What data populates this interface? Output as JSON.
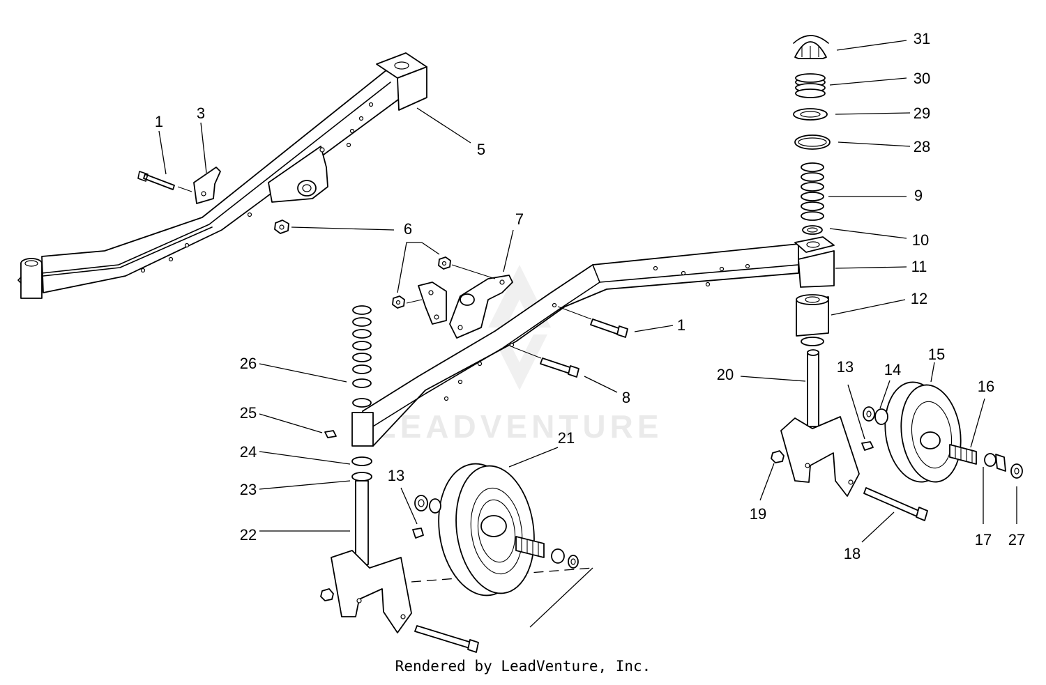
{
  "footer": "Rendered by LeadVenture, Inc.",
  "watermark": "LEADVENTURE",
  "callouts": [
    {
      "id": "c1a",
      "text": "1"
    },
    {
      "id": "c3",
      "text": "3"
    },
    {
      "id": "c5",
      "text": "5"
    },
    {
      "id": "c6",
      "text": "6"
    },
    {
      "id": "c7",
      "text": "7"
    },
    {
      "id": "c1b",
      "text": "1"
    },
    {
      "id": "c8",
      "text": "8"
    },
    {
      "id": "c26",
      "text": "26"
    },
    {
      "id": "c25",
      "text": "25"
    },
    {
      "id": "c24",
      "text": "24"
    },
    {
      "id": "c23",
      "text": "23"
    },
    {
      "id": "c22",
      "text": "22"
    },
    {
      "id": "c13a",
      "text": "13"
    },
    {
      "id": "c21",
      "text": "21"
    },
    {
      "id": "c31",
      "text": "31"
    },
    {
      "id": "c30",
      "text": "30"
    },
    {
      "id": "c29",
      "text": "29"
    },
    {
      "id": "c28",
      "text": "28"
    },
    {
      "id": "c9",
      "text": "9"
    },
    {
      "id": "c10",
      "text": "10"
    },
    {
      "id": "c11",
      "text": "11"
    },
    {
      "id": "c12",
      "text": "12"
    },
    {
      "id": "c20",
      "text": "20"
    },
    {
      "id": "c13b",
      "text": "13"
    },
    {
      "id": "c14",
      "text": "14"
    },
    {
      "id": "c15",
      "text": "15"
    },
    {
      "id": "c16",
      "text": "16"
    },
    {
      "id": "c19",
      "text": "19"
    },
    {
      "id": "c18",
      "text": "18"
    },
    {
      "id": "c17",
      "text": "17"
    },
    {
      "id": "c27",
      "text": "27"
    }
  ]
}
